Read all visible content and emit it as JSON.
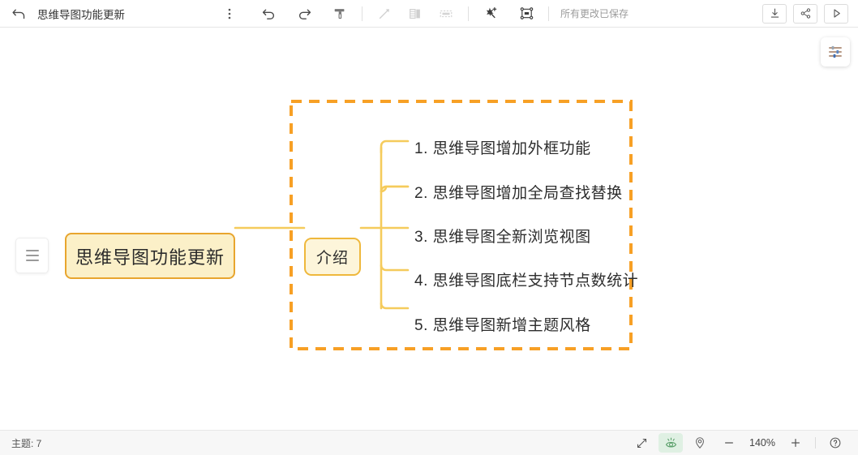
{
  "toolbar": {
    "back_icon": "back-arrow-icon",
    "title": "思维导图功能更新",
    "more_icon": "more-vertical-icon",
    "undo_icon": "undo-icon",
    "redo_icon": "redo-icon",
    "format_painter_icon": "format-painter-icon",
    "line_icon": "line-tool-icon",
    "layout_icon": "layout-icon",
    "selection_icon": "selection-box-icon",
    "magic_icon": "magic-wand-add-icon",
    "relation_icon": "relationship-map-icon",
    "save_status": "所有更改已保存",
    "download_icon": "download-icon",
    "share_icon": "share-icon",
    "present_icon": "present-play-icon"
  },
  "canvas": {
    "settings_fab_icon": "sliders-settings-icon",
    "outline_button_icon": "outline-menu-icon",
    "root_node": "思维导图功能更新",
    "branch_node": "介绍",
    "leaves": [
      "1. 思维导图增加外框功能",
      "2. 思维导图增加全局查找替换",
      "3. 思维导图全新浏览视图",
      "4. 思维导图底栏支持节点数统计",
      "5. 思维导图新增主题风格"
    ],
    "frame_label": "orange-dashed-frame"
  },
  "statusbar": {
    "topics_label": "主题: 7",
    "fullscreen_icon": "fullscreen-expand-icon",
    "eye_icon": "eye-focus-icon",
    "locate_icon": "locate-pin-icon",
    "zoom_out_icon": "minus-icon",
    "zoom_level": "140%",
    "zoom_in_icon": "plus-icon",
    "help_icon": "help-question-icon"
  },
  "colors": {
    "frame_orange": "#F7A025",
    "connector_yellow": "#F5CB5C",
    "node_fill": "#FBF0C8",
    "node_border": "#E8A52E",
    "eye_active_green": "#5BA06B"
  }
}
